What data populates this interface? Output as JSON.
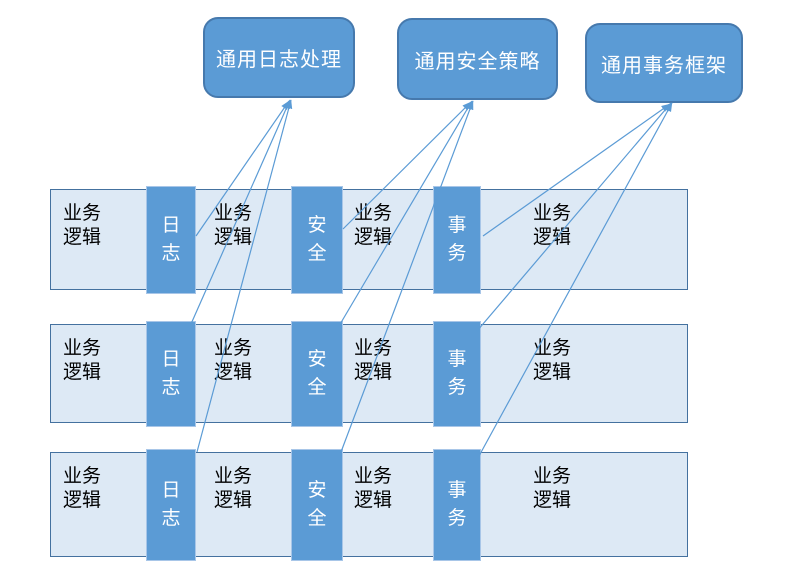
{
  "aspect_boxes": [
    {
      "id": "logging",
      "label": "通用日志处理"
    },
    {
      "id": "security",
      "label": "通用安全策略"
    },
    {
      "id": "transaction",
      "label": "通用事务框架"
    }
  ],
  "rows": [
    {
      "cells": [
        {
          "type": "business",
          "label": "业务\n逻辑"
        },
        {
          "type": "crosscut",
          "label": "日\n志"
        },
        {
          "type": "business",
          "label": "业务\n逻辑"
        },
        {
          "type": "crosscut",
          "label": "安\n全"
        },
        {
          "type": "business",
          "label": "业务\n逻辑"
        },
        {
          "type": "crosscut",
          "label": "事\n务"
        },
        {
          "type": "business",
          "label": "业务\n逻辑"
        }
      ]
    },
    {
      "cells": [
        {
          "type": "business",
          "label": "业务\n逻辑"
        },
        {
          "type": "crosscut",
          "label": "日\n志"
        },
        {
          "type": "business",
          "label": "业务\n逻辑"
        },
        {
          "type": "crosscut",
          "label": "安\n全"
        },
        {
          "type": "business",
          "label": "业务\n逻辑"
        },
        {
          "type": "crosscut",
          "label": "事\n务"
        },
        {
          "type": "business",
          "label": "业务\n逻辑"
        }
      ]
    },
    {
      "cells": [
        {
          "type": "business",
          "label": "业务\n逻辑"
        },
        {
          "type": "crosscut",
          "label": "日\n志"
        },
        {
          "type": "business",
          "label": "业务\n逻辑"
        },
        {
          "type": "crosscut",
          "label": "安\n全"
        },
        {
          "type": "business",
          "label": "业务\n逻辑"
        },
        {
          "type": "crosscut",
          "label": "事\n务"
        },
        {
          "type": "business",
          "label": "业务\n逻辑"
        }
      ]
    }
  ],
  "colors": {
    "aspect_fill": "#5b9bd5",
    "aspect_border": "#4679ad",
    "bar_fill": "#dde9f5",
    "bar_border": "#44719f",
    "crosscut_fill": "#5b9bd5",
    "crosscut_border": "#a8c6e8",
    "arrow": "#5b9bd5",
    "business_text": "#000000",
    "aspect_text": "#ffffff"
  }
}
